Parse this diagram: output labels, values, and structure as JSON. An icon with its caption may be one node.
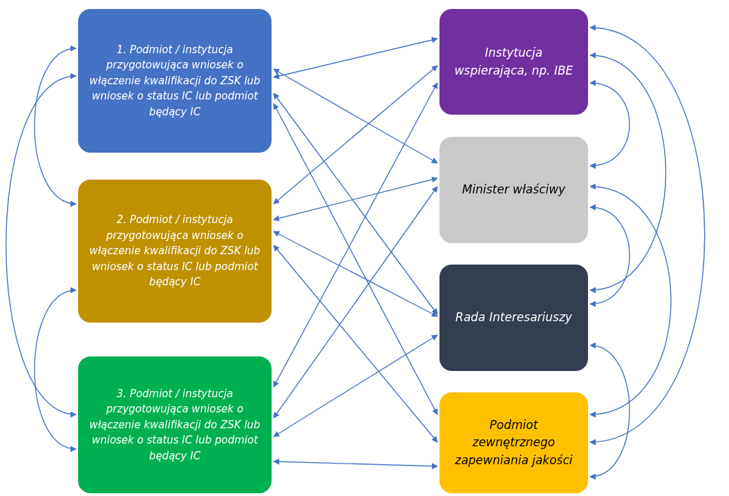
{
  "diagram": {
    "nodes": [
      {
        "text": [
          "1. Podmiot / instytucja przygotowująca wniosek o włączenie kwalifikacji do ZSK lub wniosek o status IC lub podmiot będący IC"
        ]
      },
      {
        "text": [
          "2. Podmiot / instytucja przygotowująca wniosek o włączenie kwalifikacji do ZSK lub wniosek o status IC lub podmiot będący IC"
        ]
      },
      {
        "text": [
          "3. Podmiot / instytucja przygotowująca wniosek o włączenie kwalifikacji do ZSK lub wniosek o status IC lub podmiot będący IC"
        ]
      },
      {
        "text": [
          "Instytucja wspierająca, np. IBE"
        ]
      },
      {
        "text": [
          "Minister właściwy"
        ]
      },
      {
        "text": [
          "Rada Interesariuszy"
        ]
      },
      {
        "text": [
          "Podmiot zewnętrznego zapewniania jakości"
        ]
      }
    ],
    "edges": [
      {
        "from": 0,
        "to": 3,
        "arrow": "both"
      },
      {
        "from": 0,
        "to": 4,
        "arrow": "both"
      },
      {
        "from": 0,
        "to": 5,
        "arrow": "both"
      },
      {
        "from": 0,
        "to": 6,
        "arrow": "both"
      },
      {
        "from": 1,
        "to": 3,
        "arrow": "both"
      },
      {
        "from": 1,
        "to": 4,
        "arrow": "both"
      },
      {
        "from": 1,
        "to": 5,
        "arrow": "both"
      },
      {
        "from": 1,
        "to": 6,
        "arrow": "both"
      },
      {
        "from": 2,
        "to": 3,
        "arrow": "both"
      },
      {
        "from": 2,
        "to": 4,
        "arrow": "both"
      },
      {
        "from": 2,
        "to": 5,
        "arrow": "both"
      },
      {
        "from": 2,
        "to": 6,
        "arrow": "both"
      },
      {
        "from": 0,
        "to": 1,
        "arrow": "both"
      },
      {
        "from": 0,
        "to": 2,
        "arrow": "both"
      },
      {
        "from": 1,
        "to": 2,
        "arrow": "both"
      },
      {
        "from": 3,
        "to": 4,
        "arrow": "both"
      },
      {
        "from": 3,
        "to": 5,
        "arrow": "both"
      },
      {
        "from": 3,
        "to": 6,
        "arrow": "both"
      },
      {
        "from": 4,
        "to": 5,
        "arrow": "both"
      },
      {
        "from": 4,
        "to": 6,
        "arrow": "both"
      },
      {
        "from": 5,
        "to": 6,
        "arrow": "both"
      }
    ]
  }
}
